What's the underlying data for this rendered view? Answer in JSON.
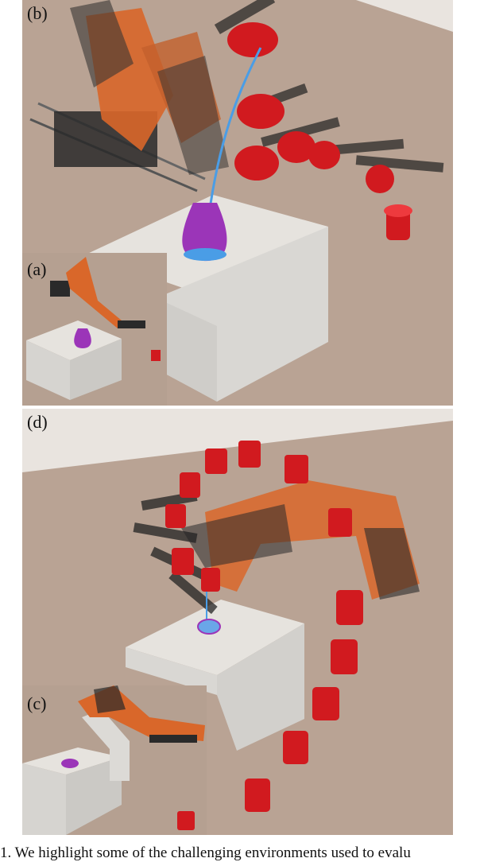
{
  "panels": {
    "b": {
      "label": "(b)"
    },
    "a": {
      "label": "(a)"
    },
    "d": {
      "label": "(d)"
    },
    "c": {
      "label": "(c)"
    }
  },
  "caption": "1.   We highlight some of the challenging environments used to evalu",
  "colors": {
    "floor": "#b9a394",
    "table": "#e2e0dc",
    "table_shadow": "#c9c7c3",
    "robot": "#d9672a",
    "robot_dark": "#2a2a2a",
    "cup": "#d11a1f",
    "target_cup": "#9b35b8",
    "water": "#4a9de6"
  }
}
